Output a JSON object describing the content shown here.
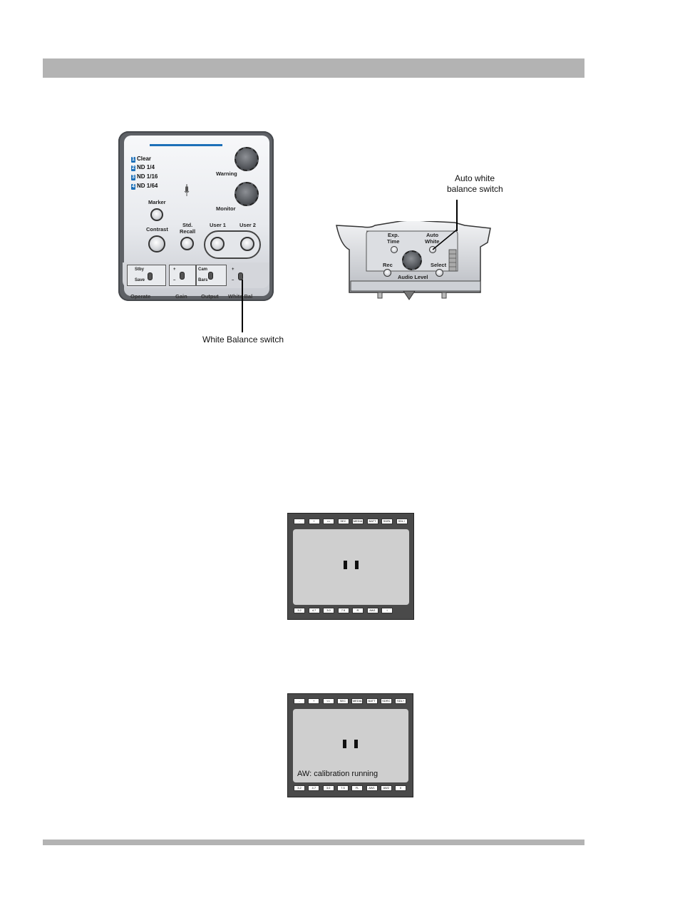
{
  "left_panel": {
    "filters": [
      {
        "num": "1",
        "label": "Clear"
      },
      {
        "num": "2",
        "label": "ND 1/4"
      },
      {
        "num": "3",
        "label": "ND 1/16"
      },
      {
        "num": "4",
        "label": "ND 1/64"
      }
    ],
    "warning_label": "Warning",
    "monitor_label": "Monitor",
    "marker_label": "Marker",
    "contrast_label": "Contrast",
    "std_recall_label_1": "Std.",
    "std_recall_label_2": "Recall",
    "user1_label": "User 1",
    "user2_label": "User 2",
    "stby_label": "Stby",
    "save_label": "Save",
    "plus_label": "+",
    "minus_label": "–",
    "cam_label": "Cam",
    "bars_label": "Bars",
    "bottom_labels": [
      "Operate",
      "Gain",
      "Output",
      "White Bal"
    ],
    "callout": "White Balance switch"
  },
  "right_panel": {
    "callout_line1": "Auto white",
    "callout_line2": "balance switch",
    "exp_label_1": "Exp.",
    "exp_label_2": "Time",
    "auto_label_1": "Auto",
    "auto_label_2": "White",
    "rec_label": "Rec",
    "select_label": "Select",
    "audio_label": "Audio Level"
  },
  "screen1": {
    "top_tabs": [
      "-",
      "+",
      "<<",
      "SEC",
      "MEDIA",
      "BATT",
      "SDRL",
      "SDL+"
    ],
    "bottom_tabs": [
      "3.2",
      "4.7",
      "3.0",
      "7.5",
      "R",
      "AW1",
      "I"
    ]
  },
  "screen2": {
    "top_tabs": [
      "-",
      "+",
      "<<",
      "SEC",
      "MEDIA",
      "BATT",
      "SDRC",
      "SDL+"
    ],
    "bottom_tabs": [
      "3.2",
      "4.7",
      "3.0",
      "7.5",
      "FL",
      "AW1",
      "AW2",
      "II"
    ],
    "message": "AW: calibration running"
  },
  "colors": {
    "header_bar": "#b3b3b3",
    "accent_blue": "#1d70b8"
  }
}
